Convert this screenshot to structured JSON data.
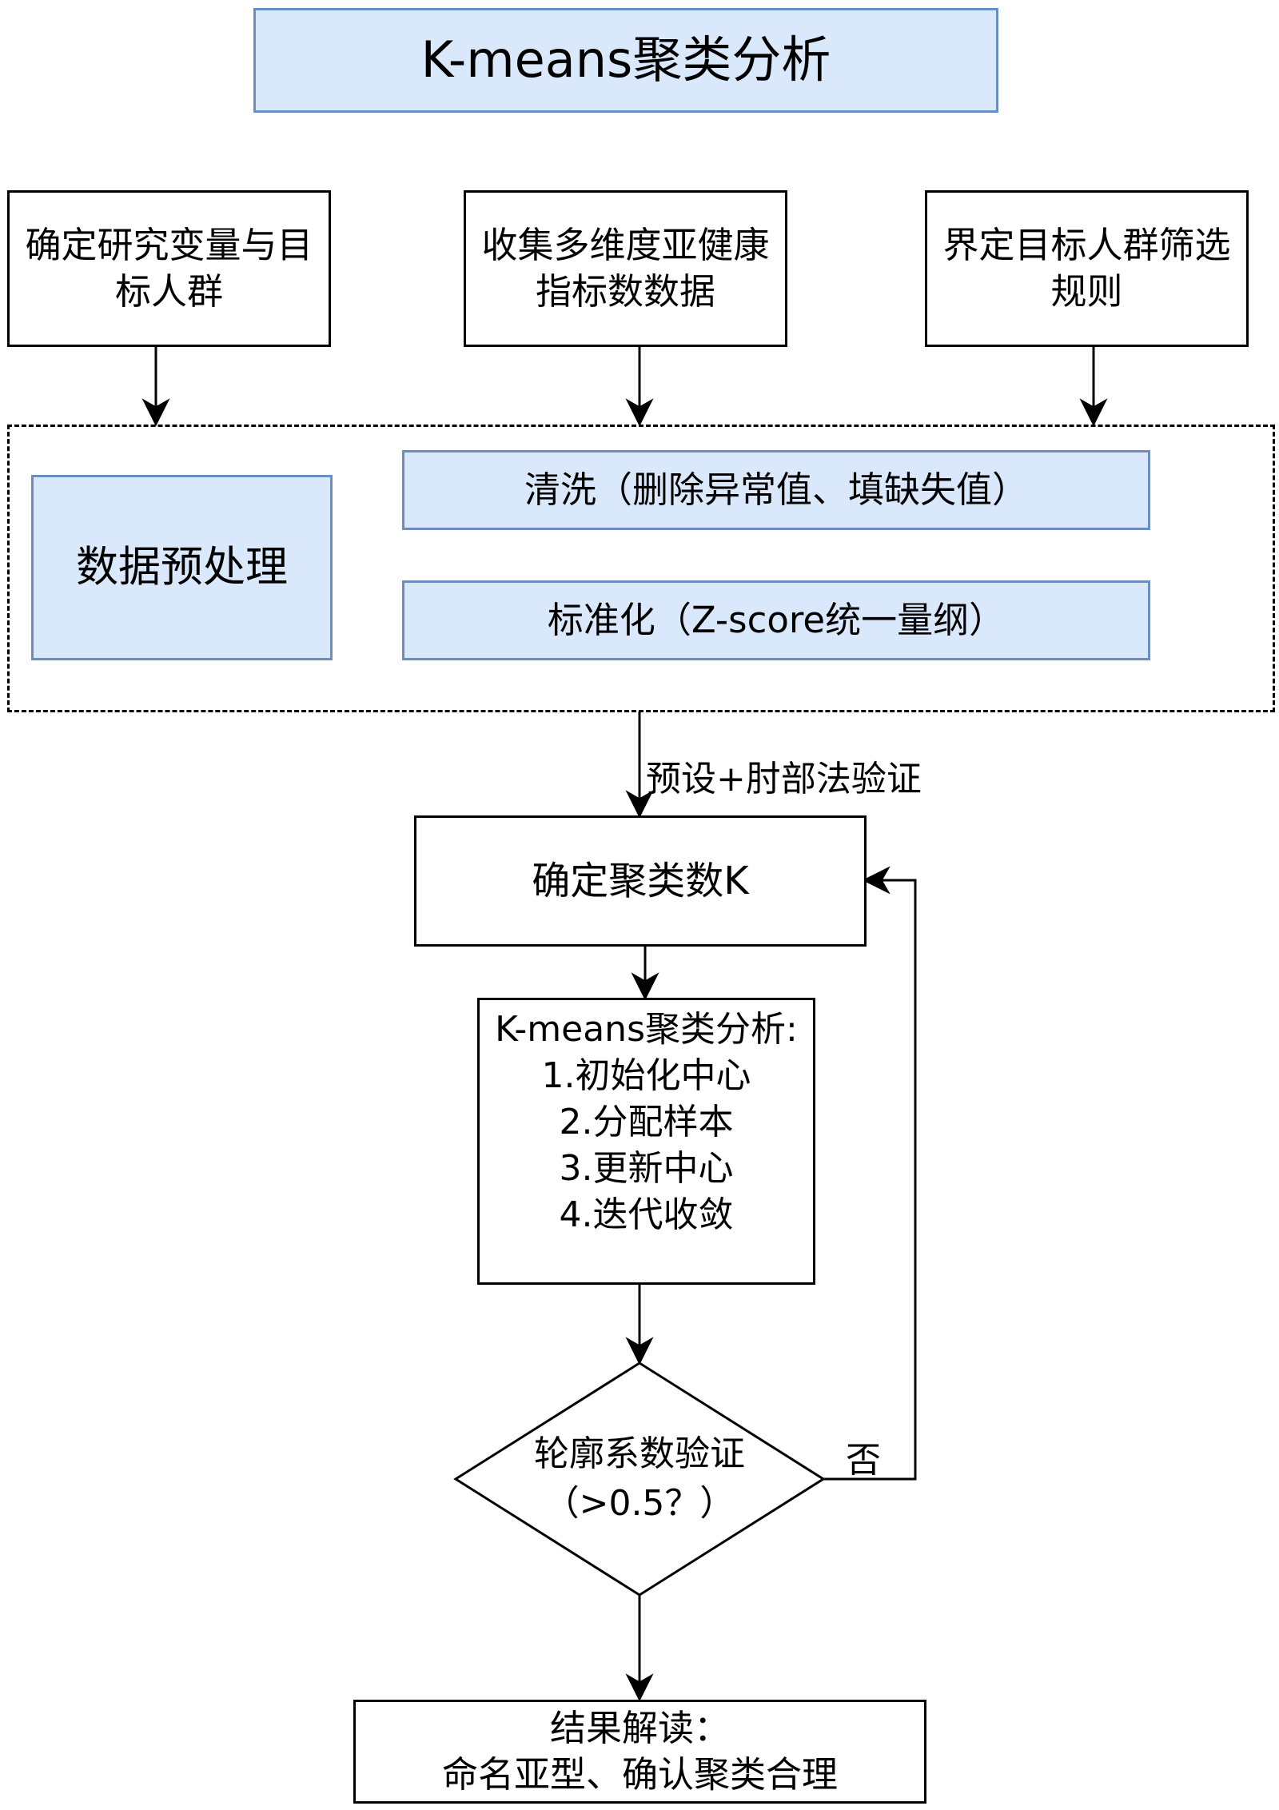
{
  "title": "K-means聚类分析",
  "inputs": [
    {
      "line1": "确定研究变量与目",
      "line2": "标人群"
    },
    {
      "line1": "收集多维度亚健康",
      "line2": "指标数数据"
    },
    {
      "line1": "界定目标人群筛选",
      "line2": "规则"
    }
  ],
  "preprocess": {
    "label": "数据预处理",
    "clean": "清洗（删除异常值、填缺失值）",
    "standardize": "标准化（Z-score统一量纲）"
  },
  "edge_preset": "预设+肘部法验证",
  "determine_k": "确定聚类数K",
  "kmeans_steps": {
    "header": "K-means聚类分析:",
    "steps": [
      "1.初始化中心",
      "2.分配样本",
      "3.更新中心",
      "4.迭代收敛"
    ]
  },
  "decision": {
    "line1": "轮廓系数验证",
    "line2": "（>0.5？）"
  },
  "edge_no": "否",
  "result": {
    "line1": "结果解读：",
    "line2": "命名亚型、确认聚类合理"
  }
}
